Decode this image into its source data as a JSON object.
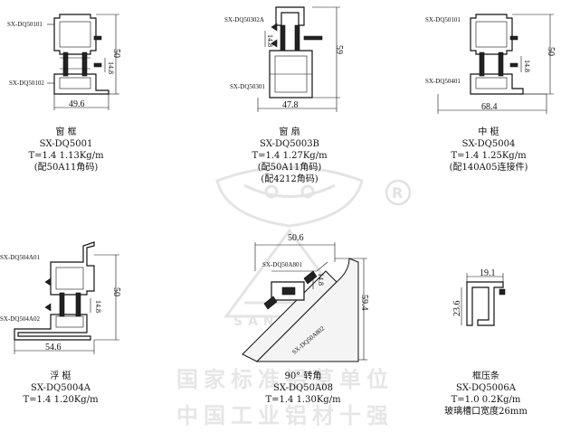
{
  "items": [
    {
      "title": "窗 框",
      "code": "SX-DQ5001",
      "spec": "T=1.4 1.13Kg/m",
      "note": "(配50A11角码)",
      "note2": "",
      "part_labels": [
        "SX-DQ50101",
        "SX-DQ50102"
      ],
      "dims": [
        "49.6",
        "50",
        "14.8"
      ]
    },
    {
      "title": "窗 扇",
      "code": "SX-DQ5003B",
      "spec": "T=1.4 1.27Kg/m",
      "note": "(配50A11角码)",
      "note2": "(配4212角码)",
      "part_labels": [
        "SX-DQ50302A",
        "SX-DQ50301"
      ],
      "dims": [
        "47.8",
        "59",
        "14.8"
      ]
    },
    {
      "title": "中 梃",
      "code": "SX-DQ5004",
      "spec": "T=1.4 1.25Kg/m",
      "note": "(配140A05连接件)",
      "note2": "",
      "part_labels": [
        "SX-DQ50101",
        "SX-DQ50401"
      ],
      "dims": [
        "68.4",
        "50",
        "14.8"
      ]
    },
    {
      "title": "浮 梃",
      "code": "SX-DQ5004A",
      "spec": "T=1.4 1.20Kg/m",
      "note": "",
      "note2": "",
      "part_labels": [
        "SX-DQ504A01",
        "SX-DQ504A02"
      ],
      "dims": [
        "54.6",
        "50",
        "14.8"
      ]
    },
    {
      "title": "90° 转角",
      "code": "SX-DQ50A08",
      "spec": "T=1.4 1.30Kg/m",
      "note": "",
      "note2": "",
      "part_labels": [
        "SX-DQ50A801",
        "SX-DQ50A802"
      ],
      "dims": [
        "50.6",
        "59.4",
        "14.8"
      ]
    },
    {
      "title": "框压条",
      "code": "SX-DQ5006A",
      "spec": "T=1.0 0.2Kg/m",
      "note": "玻璃槽口宽度26mm",
      "note2": "",
      "part_labels": [],
      "dims": [
        "19.1",
        "23.6"
      ]
    }
  ],
  "watermark": {
    "line1": "国家标准铝草单位",
    "line2": "中国工业铝材十强",
    "brand": "SANXING",
    "registered": "®"
  },
  "icons": {
    "logo": "brand-logo-icon",
    "registered": "registered-mark-icon"
  },
  "colors": {
    "ink": "#111111",
    "watermark": "#e6e6e6"
  }
}
